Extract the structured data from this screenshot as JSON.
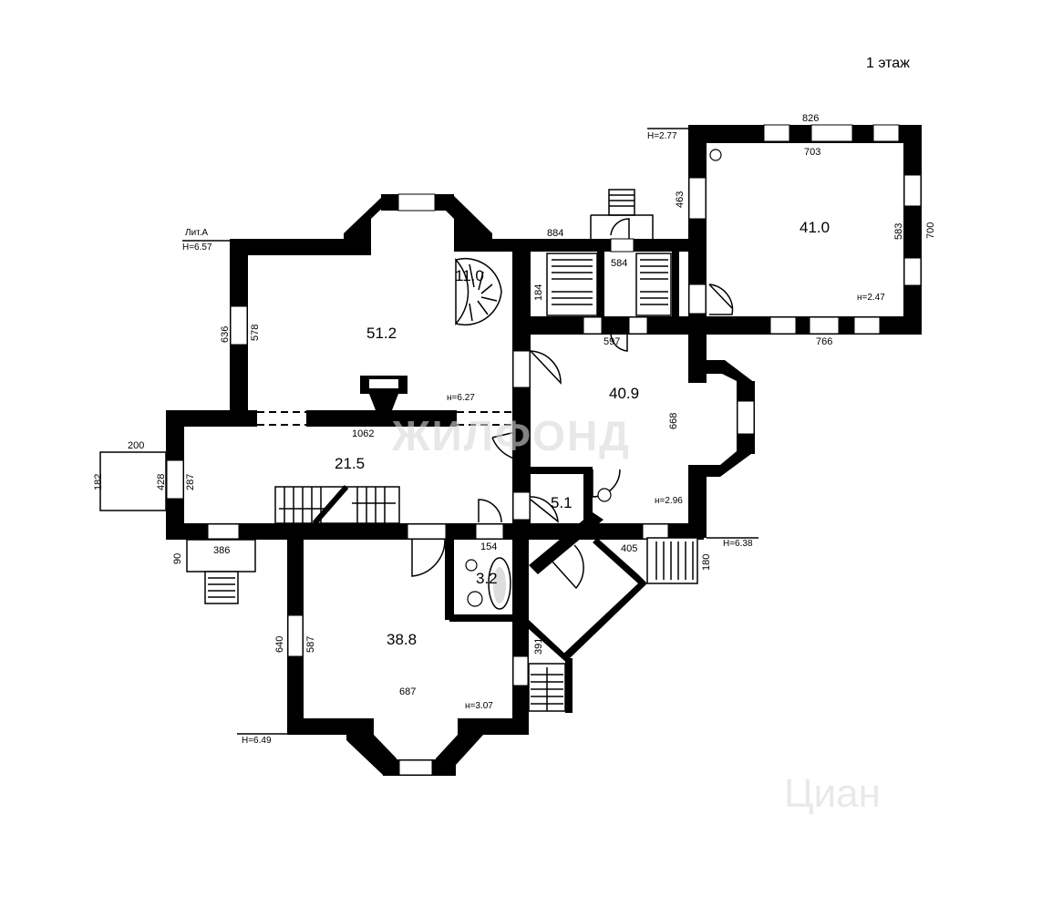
{
  "floor_label": "1 этаж",
  "lit": "Лит.А",
  "heights": {
    "h_657": "Н=6.57",
    "h_277": "Н=2.77",
    "h_638": "Н=6.38",
    "h_649": "Н=6.49",
    "n_627": "н=6.27",
    "n_247": "н=2.47",
    "n_296": "н=2.96",
    "n_307": "н=3.07"
  },
  "rooms": {
    "r_51_2": "51.2",
    "r_11_0": "11.0",
    "r_41_0": "41.0",
    "r_40_9": "40.9",
    "r_21_5": "21.5",
    "r_5_1": "5.1",
    "r_3_2": "3.2",
    "r_38_8": "38.8"
  },
  "dims": {
    "d826": "826",
    "d703": "703",
    "d463": "463",
    "d583": "583",
    "d700": "700",
    "d766": "766",
    "d884": "884",
    "d584": "584",
    "d184": "184",
    "d597": "597",
    "d636": "636",
    "d578": "578",
    "d1062": "1062",
    "d668": "668",
    "d200": "200",
    "d182": "182",
    "d428": "428",
    "d287": "287",
    "d90": "90",
    "d386": "386",
    "d154": "154",
    "d405": "405",
    "d180": "180",
    "d391": "391",
    "d640": "640",
    "d587": "587",
    "d687": "687"
  },
  "watermarks": {
    "wm1": "ЖИЛФОНД",
    "wm2": "Циан"
  }
}
